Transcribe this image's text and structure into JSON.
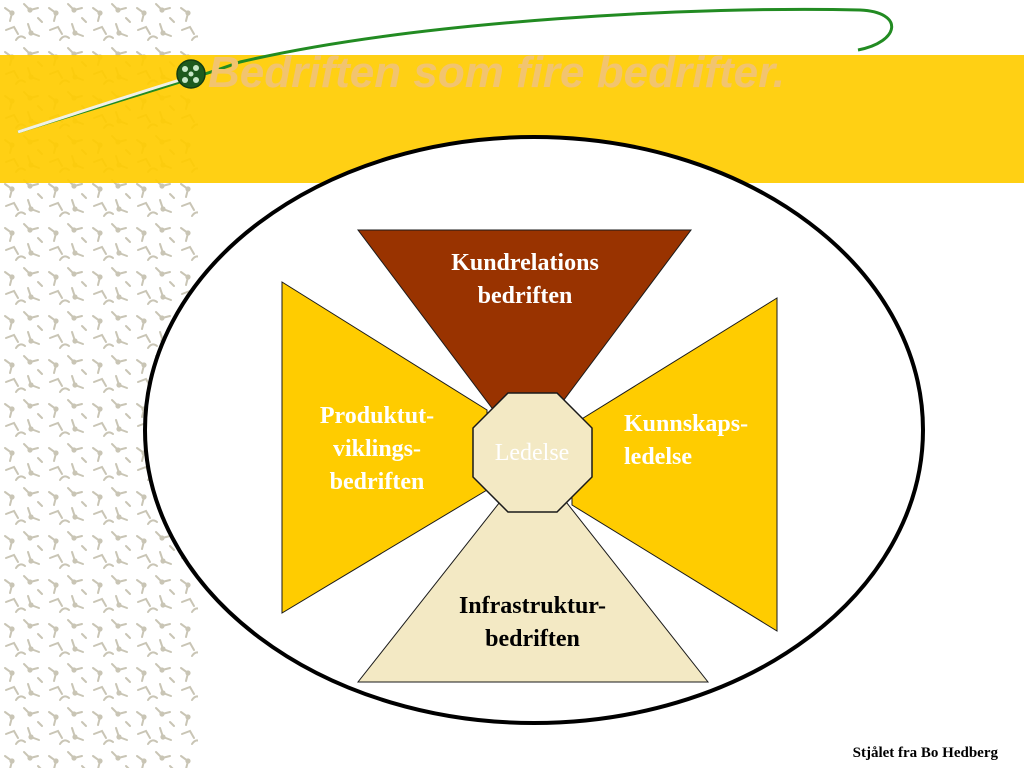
{
  "slide": {
    "title": "Bedriften som fire bedrifter.",
    "credit": "Stjålet fra Bo Hedberg"
  },
  "diagram": {
    "top": {
      "line1": "Kundrelations",
      "line2": "bedriften"
    },
    "left": {
      "line1": "Produktut-",
      "line2": "viklings-",
      "line3": "bedriften"
    },
    "right": {
      "line1": "Kunnskaps-",
      "line2": "ledelse"
    },
    "bottom": {
      "line1": "Infrastruktur-",
      "line2": "bedriften"
    },
    "center": {
      "label": "Ledelse"
    }
  },
  "colors": {
    "band": "#ffcc00",
    "top_triangle": "#993300",
    "side_shapes": "#ffcc00",
    "bottom_triangle_and_center": "#f3e9c4",
    "title_text": "#f2c46f",
    "swoosh": "#228b22"
  }
}
